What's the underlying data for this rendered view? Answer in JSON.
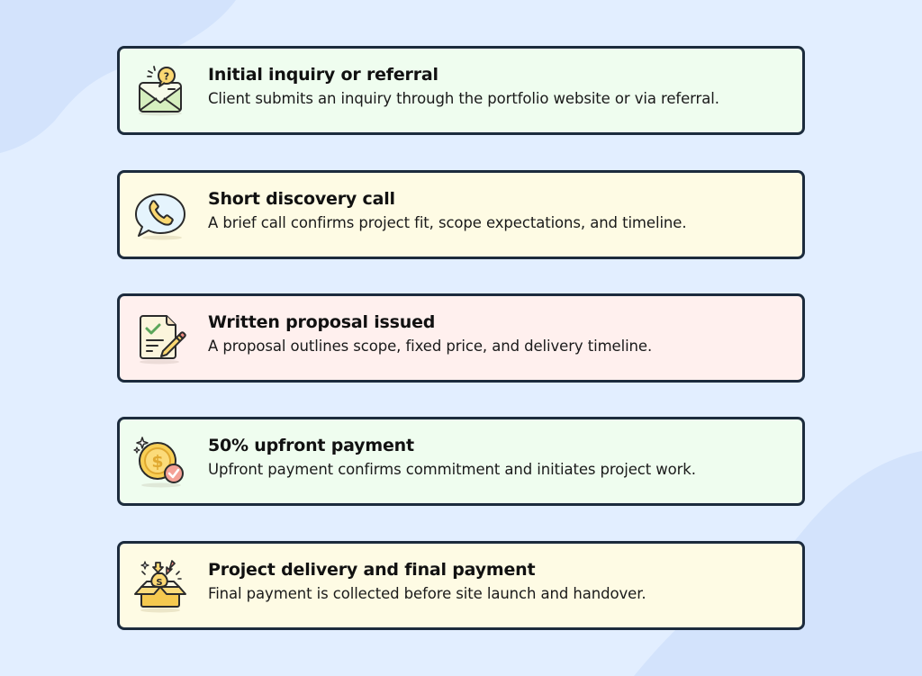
{
  "colors": {
    "background": "#e2eeff",
    "background_blob": "#d3e3fc",
    "card_border": "#1c2b3d",
    "card_green": "#effdef",
    "card_yellow": "#fefbe4",
    "card_pink": "#fff0ee"
  },
  "steps": [
    {
      "icon": "envelope-question-icon",
      "title": "Initial inquiry or referral",
      "description": "Client submits an inquiry through the portfolio website or via referral.",
      "background": "#effdef"
    },
    {
      "icon": "phone-chat-bubble-icon",
      "title": "Short discovery call",
      "description": "A brief call confirms project fit, scope expectations, and timeline.",
      "background": "#fefbe4"
    },
    {
      "icon": "document-pencil-check-icon",
      "title": "Written proposal issued",
      "description": "A proposal outlines scope, fixed price, and delivery timeline.",
      "background": "#fff0ee"
    },
    {
      "icon": "coin-check-icon",
      "title": "50% upfront payment",
      "description": "Upfront payment confirms commitment and initiates project work.",
      "background": "#effdef"
    },
    {
      "icon": "money-box-delivery-icon",
      "title": "Project delivery and final payment",
      "description": "Final payment is collected before site launch and handover.",
      "background": "#fefbe4"
    }
  ]
}
